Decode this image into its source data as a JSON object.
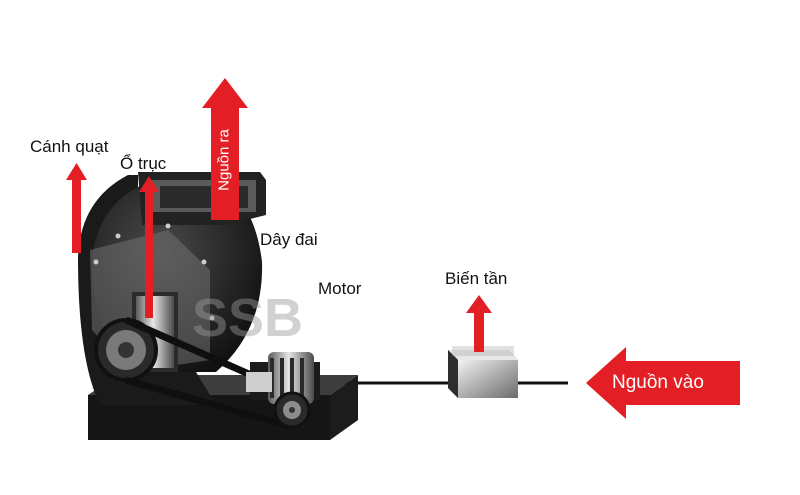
{
  "labels": {
    "fan_blade": "Cánh quạt",
    "bearing": "Ổ trục",
    "power_out": "Nguồn ra",
    "belt": "Dây đai",
    "motor": "Motor",
    "inverter": "Biến tần",
    "power_in": "Nguồn vào"
  },
  "watermark": "SSB",
  "colors": {
    "arrow": "#e31e24",
    "label": "#111111",
    "machine_dark": "#262626",
    "metal": "#9a9a9a"
  }
}
